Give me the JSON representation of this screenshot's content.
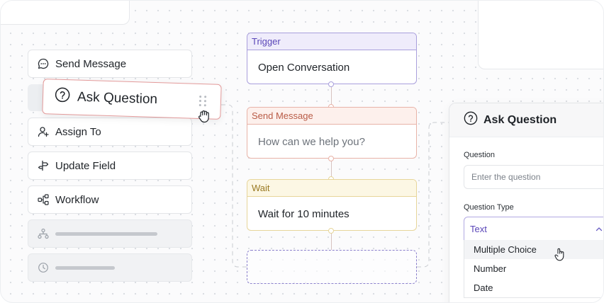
{
  "actions": [
    {
      "label": "Send Message",
      "icon": "message-icon"
    },
    {
      "label": "Assign To",
      "icon": "user-plus-icon"
    },
    {
      "label": "Update Field",
      "icon": "signpost-icon"
    },
    {
      "label": "Workflow",
      "icon": "workflow-icon"
    }
  ],
  "dragged": {
    "label": "Ask Question",
    "icon": "question-circle-icon"
  },
  "flow": {
    "trigger": {
      "header": "Trigger",
      "body": "Open Conversation"
    },
    "send_message": {
      "header": "Send Message",
      "body": "How can we help you?"
    },
    "wait": {
      "header": "Wait",
      "body": "Wait for 10 minutes"
    }
  },
  "panel": {
    "title": "Ask Question",
    "question_label": "Question",
    "question_placeholder": "Enter the question",
    "question_type_label": "Question Type",
    "question_type_value": "Text",
    "options": [
      "Multiple Choice",
      "Number",
      "Date"
    ]
  },
  "colors": {
    "trigger": "#5a46b8",
    "send_message": "#b95b46",
    "wait": "#9a7a22",
    "drag_border": "#e39a9a"
  }
}
